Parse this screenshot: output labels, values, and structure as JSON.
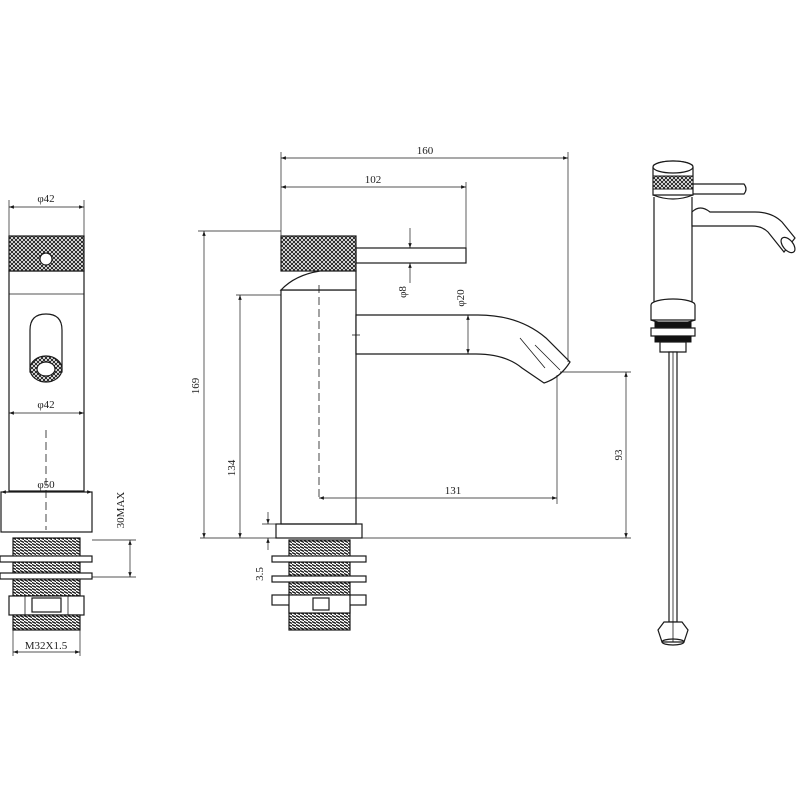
{
  "front_view": {
    "top_diameter": "φ42",
    "body_diameter": "φ42",
    "base_diameter": "φ50",
    "max_counter": "30MAX",
    "thread": "M32X1.5"
  },
  "side_view": {
    "overall_length": "160",
    "handle_length": "102",
    "handle_diameter": "φ8",
    "spout_diameter": "φ20",
    "overall_height": "169",
    "body_height": "134",
    "spout_height": "93",
    "spout_reach": "131",
    "base_thickness": "3.5"
  },
  "colors": {
    "line": "#1a1a1a",
    "background": "#ffffff"
  }
}
